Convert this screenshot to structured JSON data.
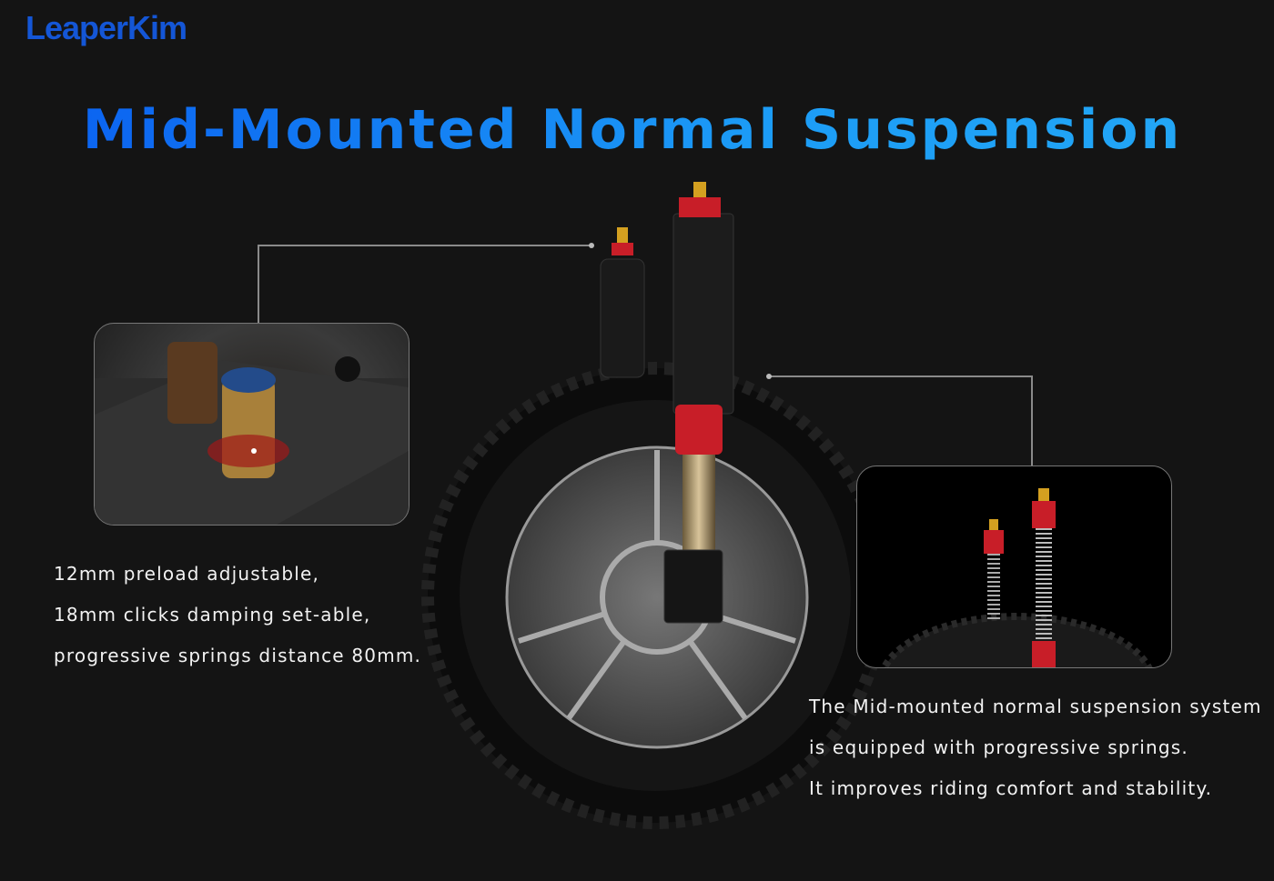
{
  "brand": {
    "logo": "LeaperKim"
  },
  "title": "Mid-Mounted Normal Suspension",
  "left_feature": {
    "lines": [
      "12mm preload adjustable,",
      "18mm clicks damping set-able,",
      "progressive springs distance 80mm."
    ]
  },
  "right_feature": {
    "lines": [
      "The Mid-mounted normal suspension system",
      "is equipped with progressive springs.",
      "It improves riding comfort and stability."
    ]
  },
  "colors": {
    "background": "#141414",
    "title_accent": "#1c9cf6",
    "logo": "#1456d6",
    "fork_red": "#c81e28"
  }
}
